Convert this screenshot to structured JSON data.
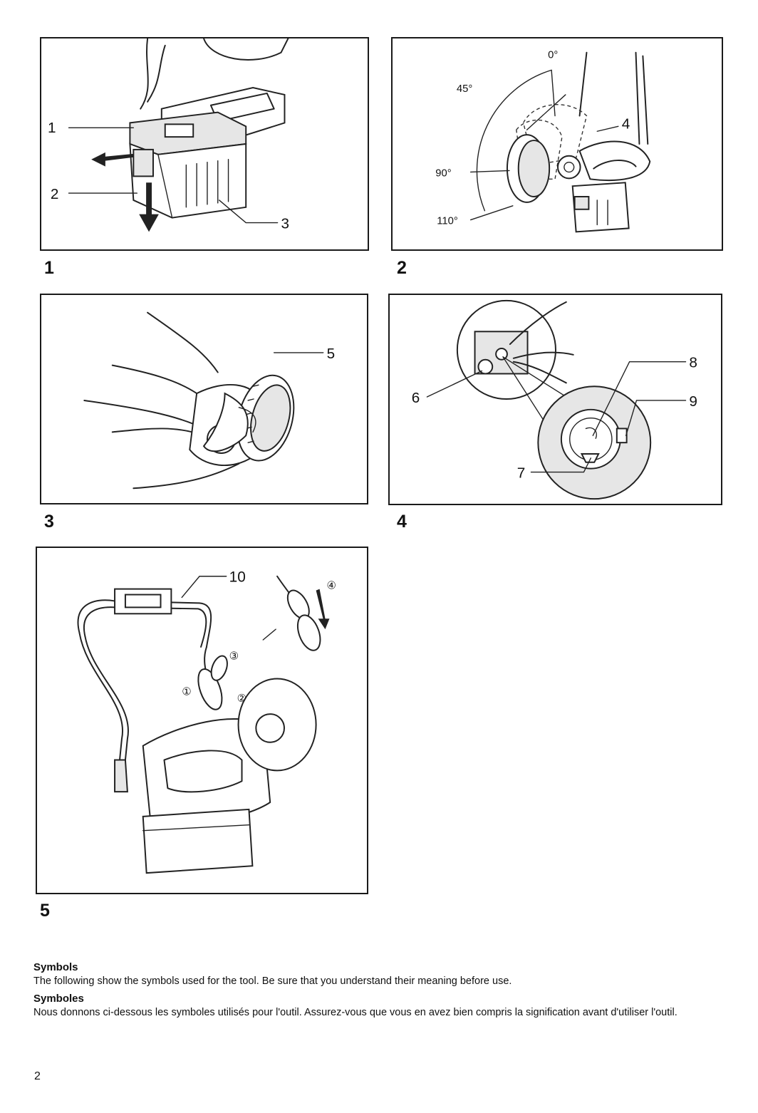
{
  "figures": [
    {
      "number": "1",
      "callouts": [
        "1",
        "2",
        "3"
      ]
    },
    {
      "number": "2",
      "callouts": [
        "4"
      ],
      "angles": [
        "0°",
        "45°",
        "90°",
        "110°"
      ]
    },
    {
      "number": "3",
      "callouts": [
        "5"
      ]
    },
    {
      "number": "4",
      "callouts": [
        "6",
        "7",
        "8",
        "9"
      ]
    },
    {
      "number": "5",
      "callouts": [
        "10"
      ],
      "steps": [
        "①",
        "②",
        "③",
        "④"
      ]
    }
  ],
  "sections": [
    {
      "heading": "Symbols",
      "text": "The following show the symbols used for the tool. Be sure that you understand their meaning before use."
    },
    {
      "heading": "Symboles",
      "text": "Nous donnons ci-dessous les symboles utilisés pour l'outil. Assurez-vous que vous en avez bien compris la signification avant d'utiliser l'outil."
    }
  ],
  "page_number": "2"
}
